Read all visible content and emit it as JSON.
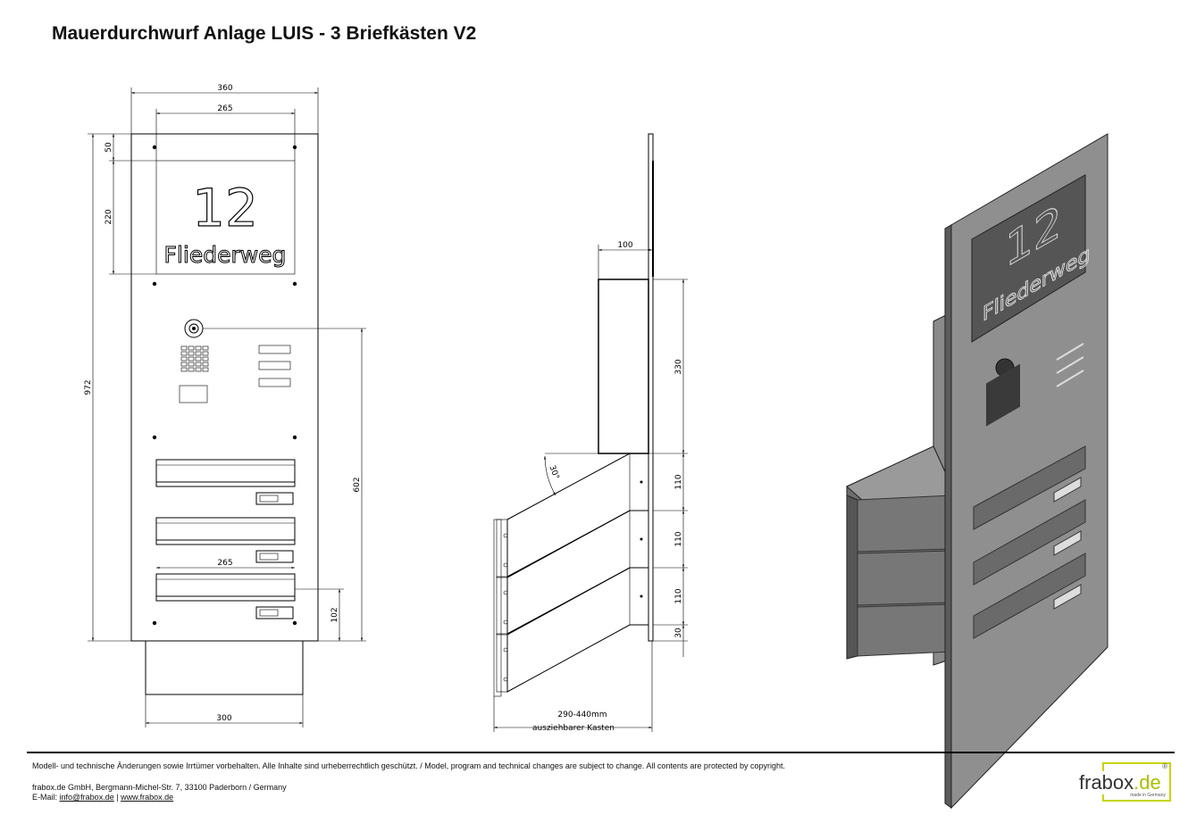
{
  "title": "Mauerdurchwurf Anlage LUIS - 3 Briefkästen V2",
  "front_view": {
    "house_number": "12",
    "street": "Fliederweg",
    "dims": {
      "width_total": "360",
      "width_plate": "265",
      "top_offset": "50",
      "plate_height": "220",
      "total_height": "972",
      "bell_to_bottom": "602",
      "box_height": "102",
      "box_width": "265",
      "sleeve_width": "300"
    }
  },
  "side_view": {
    "dims": {
      "depth": "100",
      "height": "330",
      "slot1": "110",
      "slot2": "110",
      "slot3": "110",
      "bottom": "30",
      "angle": "30°",
      "extend_range": "290-440mm",
      "extend_label": "ausziehbarer Kasten"
    }
  },
  "iso_view": {
    "house_number": "12",
    "street": "Fliederweg"
  },
  "footer": {
    "disclaimer": "Modell- und technische Änderungen sowie Irrtümer vorbehalten. Alle Inhalte sind urheberrechtlich geschützt. / Model, program and technical changes are subject to change. All contents are protected by copyright.",
    "address": "frabox.de GmbH, Bergmann-Michel-Str. 7, 33100 Paderborn / Germany",
    "email_label": "E-Mail:",
    "email": "info@frabox.de",
    "separator": "|",
    "website": "www.frabox.de"
  },
  "logo": {
    "word": "frabox",
    "tld": ".de",
    "reg": "®",
    "tagline": "made in Germany"
  }
}
